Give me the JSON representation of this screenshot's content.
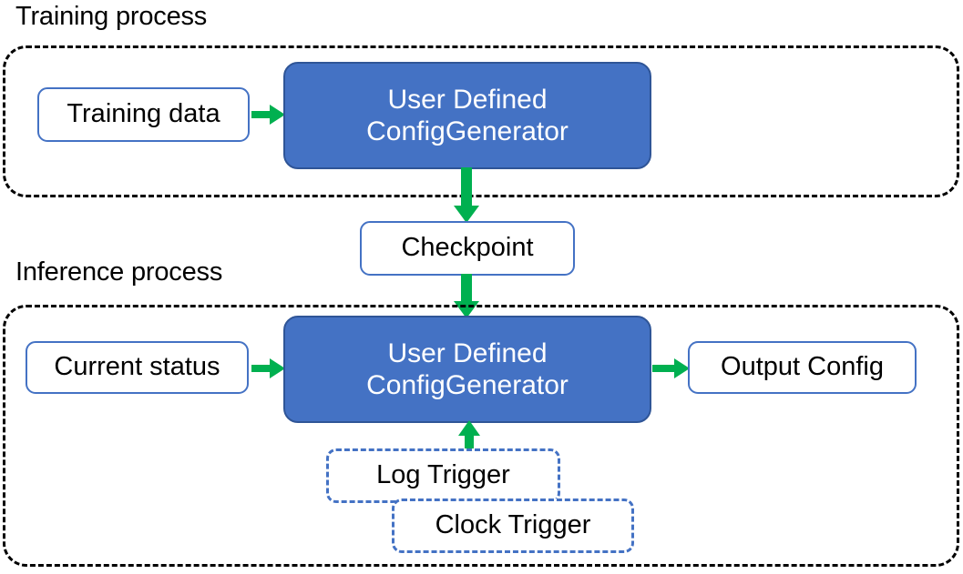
{
  "diagram": {
    "title_training": "Training process",
    "title_inference": "Inference process",
    "colors": {
      "process_fill": "#4472C4",
      "process_stroke": "#2F5597",
      "node_stroke": "#4472C4",
      "arrow": "#00B050",
      "group_stroke": "#000000",
      "text_dark": "#000000",
      "text_light": "#FFFFFF"
    },
    "training": {
      "data_node": "Training data",
      "process_node": "User Defined\nConfigGenerator"
    },
    "bridge": {
      "checkpoint_node": "Checkpoint"
    },
    "inference": {
      "status_node": "Current status",
      "process_node": "User Defined\nConfigGenerator",
      "output_node": "Output Config",
      "log_trigger_node": "Log Trigger",
      "clock_trigger_node": "Clock Trigger"
    },
    "arrows": [
      {
        "name": "training-data-to-process",
        "direction": "right"
      },
      {
        "name": "training-process-to-checkpoint",
        "direction": "down"
      },
      {
        "name": "checkpoint-to-inference-process",
        "direction": "down"
      },
      {
        "name": "current-status-to-process",
        "direction": "right"
      },
      {
        "name": "process-to-output-config",
        "direction": "right"
      },
      {
        "name": "triggers-to-process",
        "direction": "up"
      }
    ]
  }
}
